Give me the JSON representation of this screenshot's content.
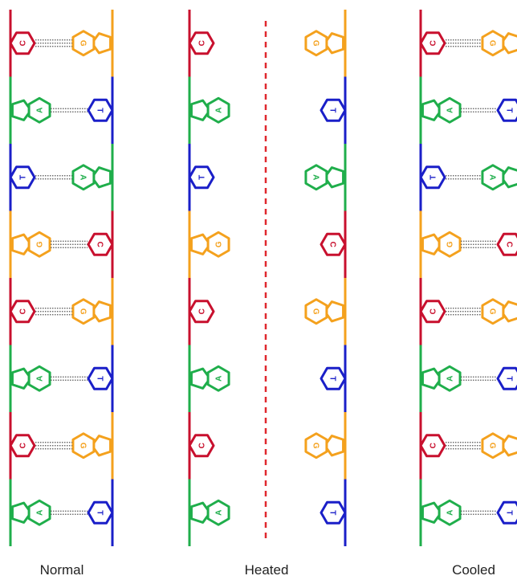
{
  "colors": {
    "C": "#c8102e",
    "G": "#f4a11d",
    "A": "#1fae4b",
    "T": "#1a1fc8",
    "separator": "#e0282e",
    "bond": "#555555"
  },
  "bases": {
    "C": {
      "letter": "C",
      "shape": "hexagon"
    },
    "T": {
      "letter": "T",
      "shape": "hexagon"
    },
    "A": {
      "letter": "A",
      "shape": "double-ring"
    },
    "G": {
      "letter": "G",
      "shape": "double-ring"
    }
  },
  "panels": [
    {
      "name": "normal",
      "caption": "Normal",
      "separated": false,
      "paired": true,
      "pairs": [
        [
          "C",
          "G"
        ],
        [
          "A",
          "T"
        ],
        [
          "T",
          "A"
        ],
        [
          "G",
          "C"
        ],
        [
          "C",
          "G"
        ],
        [
          "A",
          "T"
        ],
        [
          "C",
          "G"
        ],
        [
          "A",
          "T"
        ]
      ]
    },
    {
      "name": "heated",
      "caption": "Heated",
      "separated": true,
      "paired": false,
      "pairs": [
        [
          "C",
          "G"
        ],
        [
          "A",
          "T"
        ],
        [
          "T",
          "A"
        ],
        [
          "G",
          "C"
        ],
        [
          "C",
          "G"
        ],
        [
          "A",
          "T"
        ],
        [
          "C",
          "G"
        ],
        [
          "A",
          "T"
        ]
      ]
    },
    {
      "name": "cooled",
      "caption": "Cooled",
      "separated": false,
      "paired": true,
      "pairs": [
        [
          "C",
          "G"
        ],
        [
          "A",
          "T"
        ],
        [
          "T",
          "A"
        ],
        [
          "G",
          "C"
        ],
        [
          "C",
          "G"
        ],
        [
          "A",
          "T"
        ],
        [
          "C",
          "G"
        ],
        [
          "A",
          "T"
        ]
      ]
    }
  ]
}
